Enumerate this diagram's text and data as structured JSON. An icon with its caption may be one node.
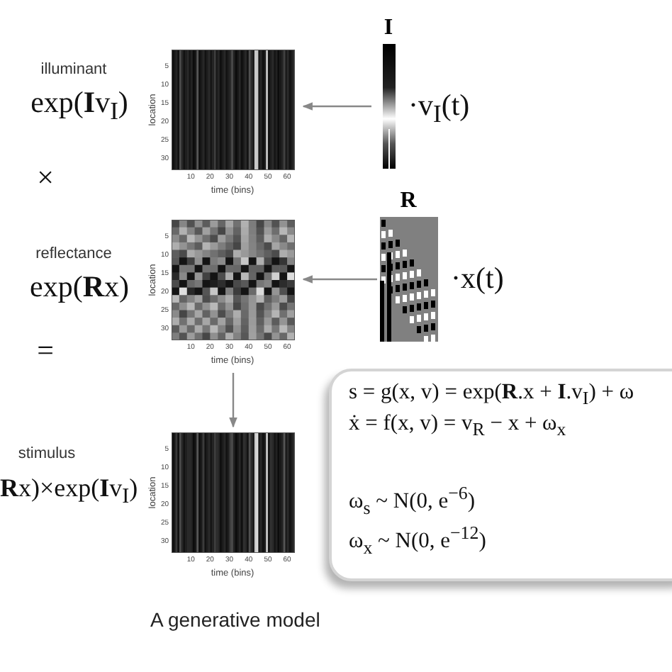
{
  "diagram": {
    "caption": "A generative model",
    "nodes": [
      {
        "text": [],
        "shape": "picture"
      },
      {
        "text": [
          "I"
        ]
      },
      {
        "text": [],
        "shape": "picture"
      },
      {
        "text": [
          "R"
        ]
      },
      {
        "text": [],
        "shape": "picture"
      },
      {
        "text": [
          "s = g(x, v) = exp(**R**.x + **I**.v$_{I}$) + ω",
          "ẋ = f(x, v) = v$_{R}$ − x + ω$_{x}$",
          "ω$_{s}$ ~ N(0, e$^{−6}$)",
          "ω$_{x}$ ~ N(0, e$^{−12}$)"
        ]
      }
    ],
    "edges": [
      {
        "from": 1,
        "to": 0,
        "arrow": "to"
      },
      {
        "from": 3,
        "to": 2,
        "arrow": "to"
      },
      {
        "from": 2,
        "to": 4,
        "arrow": "to"
      }
    ],
    "labels": [
      "illuminant",
      "exp(**I**v$_{I}$)",
      "·v$_{I}$(t)",
      "5",
      "10",
      "15",
      "20",
      "25",
      "30",
      "location",
      "10",
      "20",
      "30",
      "40",
      "50",
      "60",
      "time (bins)",
      "×",
      "reflectance",
      "exp(**R**x)",
      "·x(t)",
      "5",
      "10",
      "15",
      "20",
      "25",
      "30",
      "location",
      "10",
      "20",
      "30",
      "40",
      "50",
      "60",
      "time (bins)",
      "=",
      "stimulus",
      "**R**x)×exp(**I**v$_{I}$)",
      "5",
      "10",
      "15",
      "20",
      "25",
      "30",
      "location",
      "10",
      "20",
      "30",
      "40",
      "50",
      "60",
      "time (bins)"
    ]
  }
}
